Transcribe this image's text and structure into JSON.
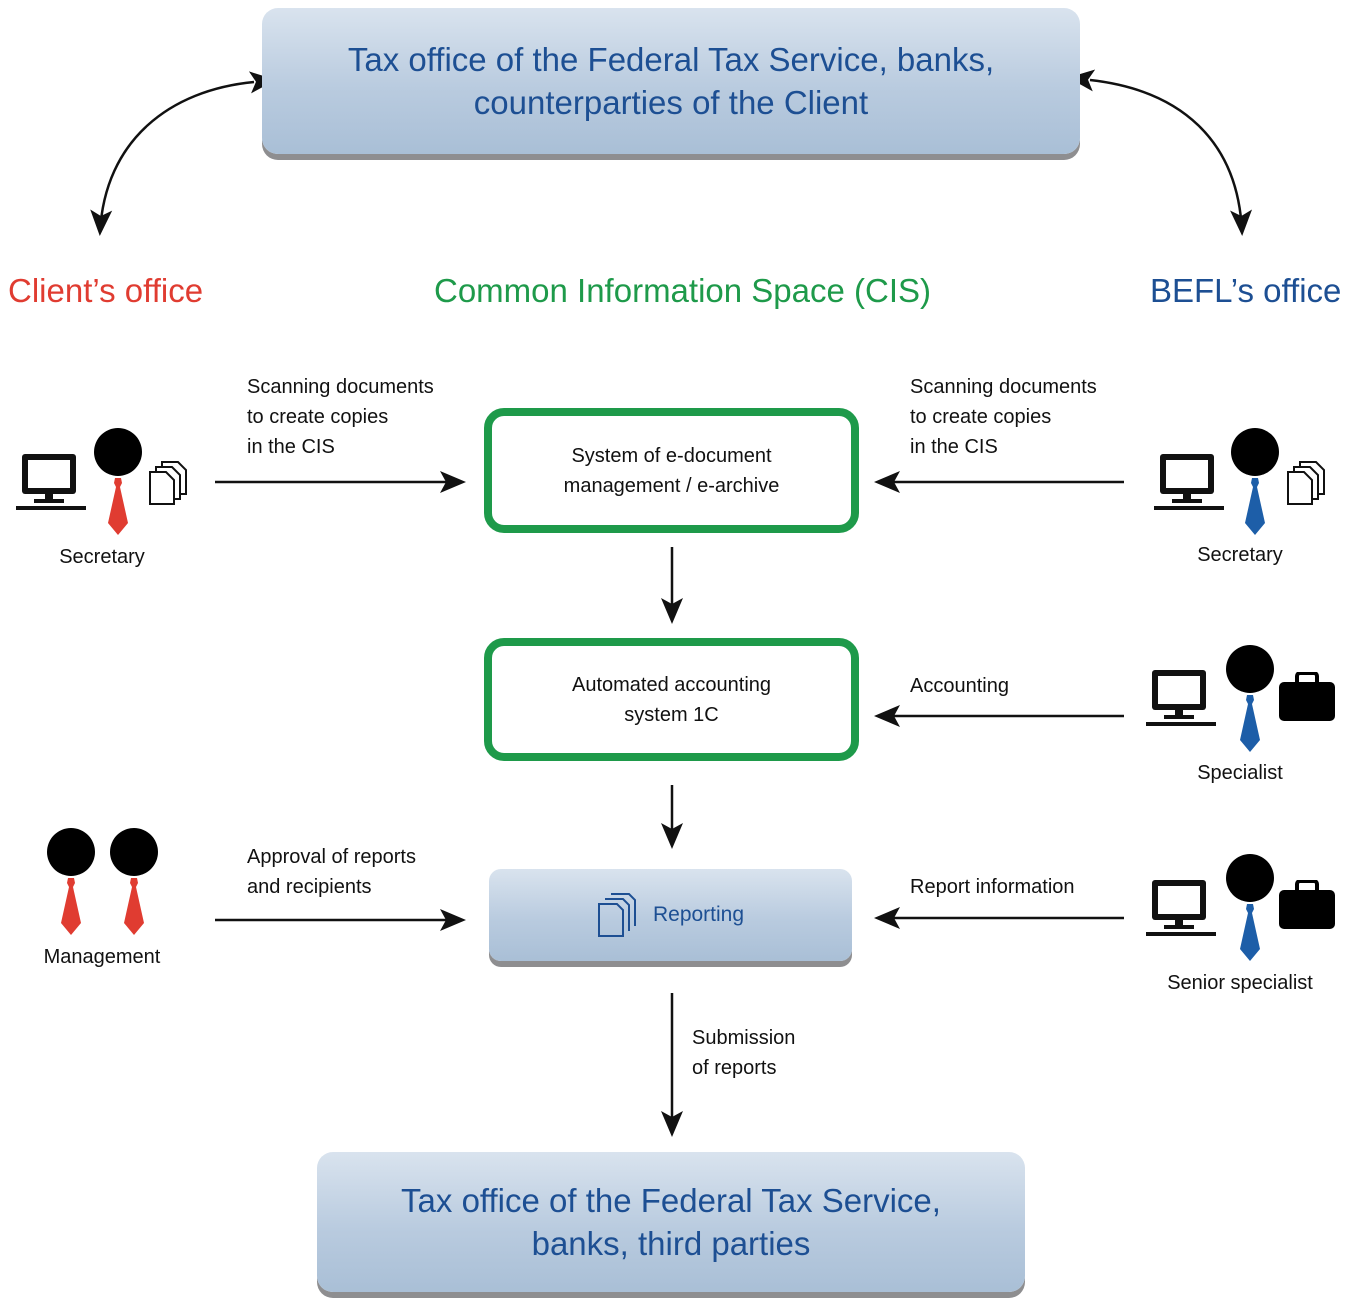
{
  "colors": {
    "client": "#e03c31",
    "cis": "#1e9a4a",
    "befl": "#1d4f93",
    "arrow": "#111111",
    "tie_client": "#e03c31",
    "tie_befl": "#1d5ea8"
  },
  "top_box": {
    "text": "Tax office of the Federal Tax Service, banks,\ncounterparties of the Client"
  },
  "bottom_box": {
    "text": "Tax office of the Federal Tax Service,\nbanks, third parties"
  },
  "headers": {
    "client": "Client’s office",
    "cis": "Common Information Space (CIS)",
    "befl": "BEFL’s office"
  },
  "systems": {
    "edoc": "System of e-document\nmanagement / e-archive",
    "accounting": "Automated accounting\nsystem 1C",
    "reporting": "Reporting"
  },
  "flows": {
    "client_scanning": "Scanning documents\nto create copies\nin the CIS",
    "befl_scanning": "Scanning documents\nto create copies\nin the CIS",
    "accounting": "Accounting",
    "approval": "Approval of reports\nand recipients",
    "report_info": "Report information",
    "submission": "Submission\nof reports"
  },
  "roles": {
    "client_secretary": "Secretary",
    "befl_secretary": "Secretary",
    "specialist": "Specialist",
    "management": "Management",
    "senior_specialist": "Senior specialist"
  },
  "icons": [
    "computer-icon",
    "person-icon",
    "documents-icon",
    "briefcase-icon",
    "arrow-icon"
  ]
}
